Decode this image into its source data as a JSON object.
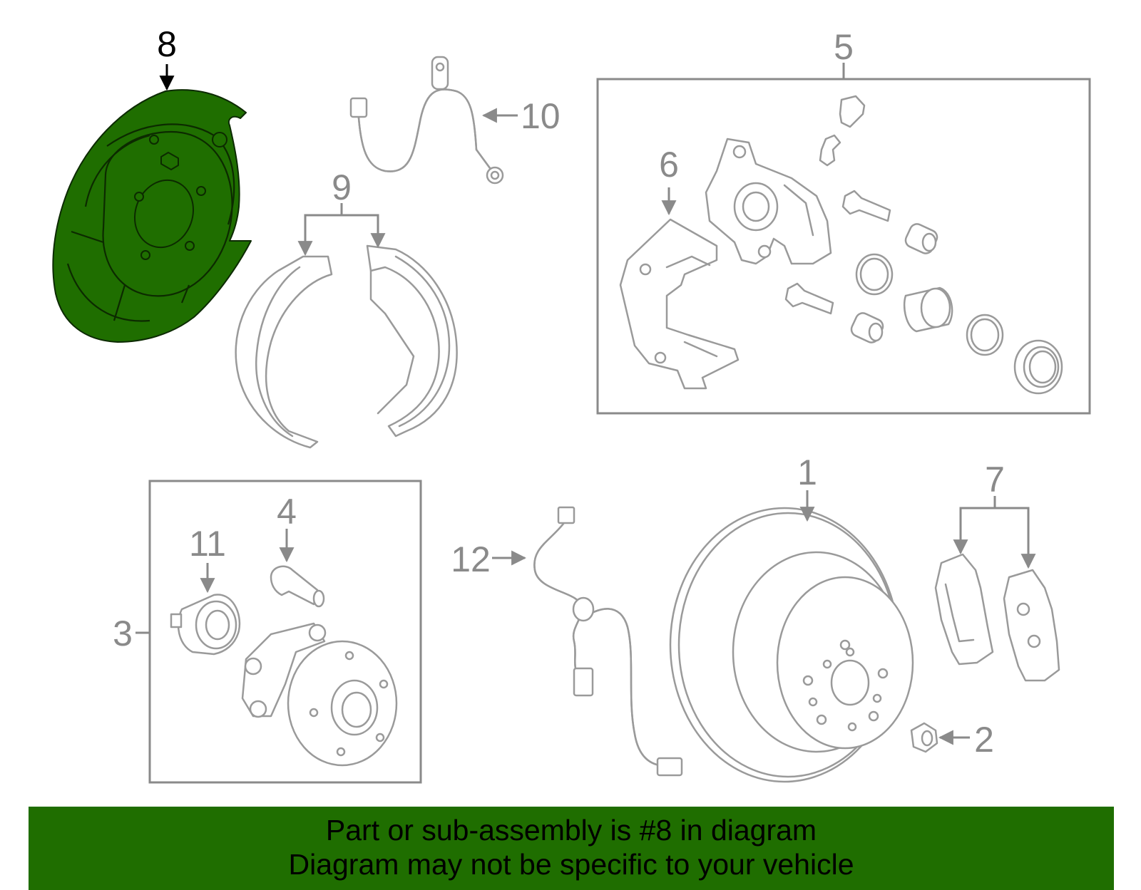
{
  "callouts": {
    "c1": "1",
    "c2": "2",
    "c3": "3",
    "c4": "4",
    "c5": "5",
    "c6": "6",
    "c7": "7",
    "c8": "8",
    "c9": "9",
    "c10": "10",
    "c11": "11",
    "c12": "12"
  },
  "highlighted_part": "8",
  "colors": {
    "highlight_fill": "#1f6e00",
    "outline": "#9a9a9a",
    "banner_background": "#1f6e00"
  },
  "banner": {
    "line1": "Part or sub-assembly is #8 in diagram",
    "line2": "Diagram may not be specific to your vehicle"
  }
}
